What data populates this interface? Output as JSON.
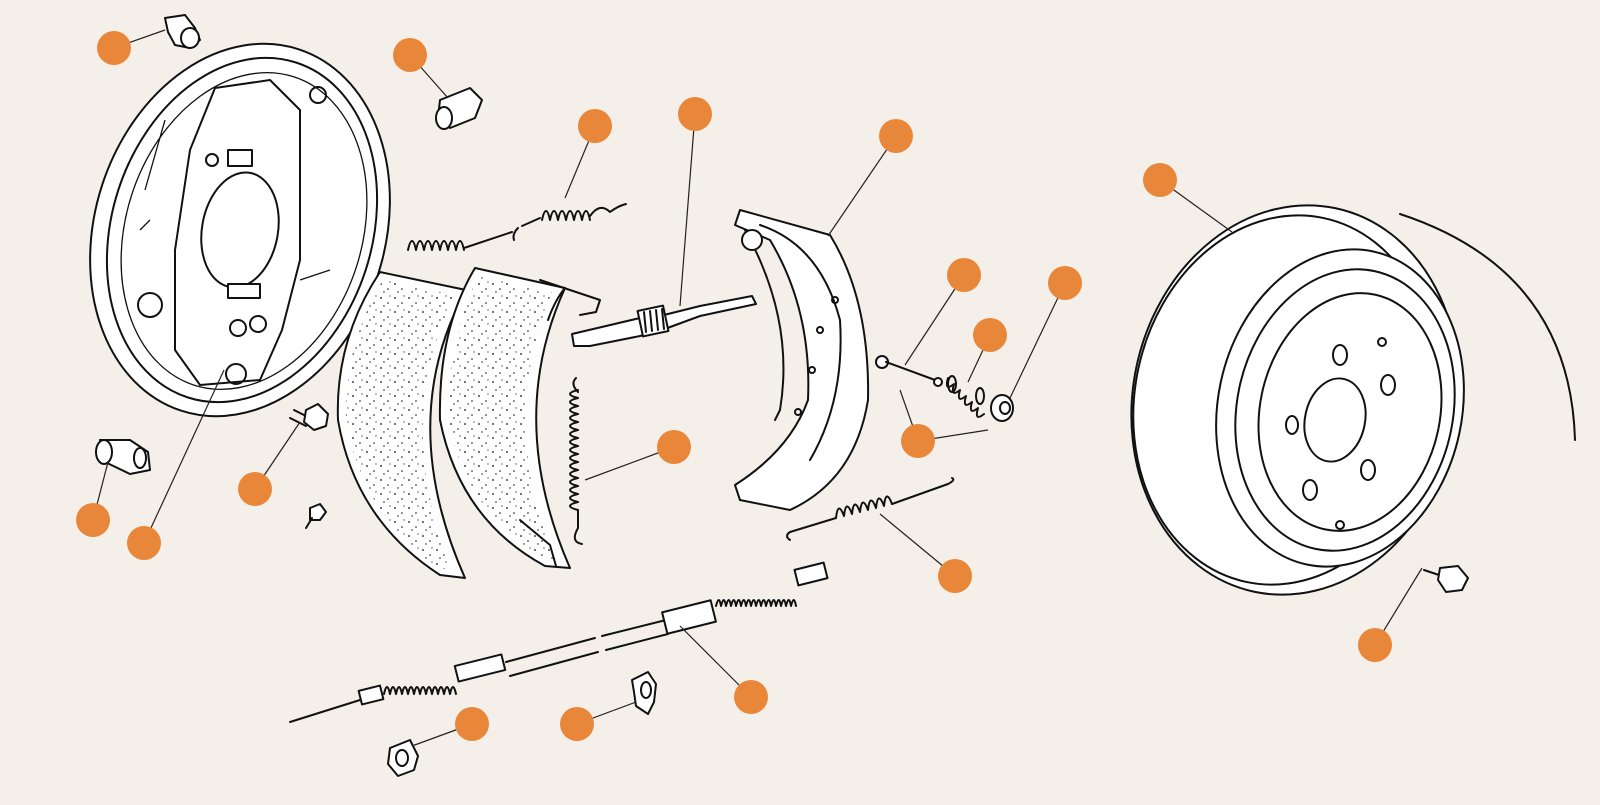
{
  "diagram": {
    "background": "#f4efe9",
    "callout_color": "#e8873a",
    "line_color": "#111111",
    "parts": [
      {
        "id": "backing-plate",
        "icon": "backing-plate"
      },
      {
        "id": "wheel-cylinder-bleed-nipple",
        "icon": "bleed-nipple"
      },
      {
        "id": "wheel-cylinder-dust-cap",
        "icon": "dust-cap"
      },
      {
        "id": "upper-return-spring",
        "icon": "spring"
      },
      {
        "id": "adjuster-strut",
        "icon": "adjuster"
      },
      {
        "id": "brake-shoe-trailing",
        "icon": "brake-shoe"
      },
      {
        "id": "brake-drum",
        "icon": "brake-drum"
      },
      {
        "id": "hold-down-pin",
        "icon": "pin"
      },
      {
        "id": "hold-down-spring",
        "icon": "spring"
      },
      {
        "id": "hold-down-cup",
        "icon": "cup"
      },
      {
        "id": "hold-down-assembly",
        "icon": "assembly"
      },
      {
        "id": "adjuster-spring",
        "icon": "spring"
      },
      {
        "id": "lower-return-spring",
        "icon": "spring"
      },
      {
        "id": "backing-plate-bolt",
        "icon": "bolt"
      },
      {
        "id": "plug",
        "icon": "plug"
      },
      {
        "id": "wheel-cylinder",
        "icon": "wheel-cylinder"
      },
      {
        "id": "handbrake-cable",
        "icon": "cable"
      },
      {
        "id": "cable-clip",
        "icon": "clip"
      },
      {
        "id": "cable-clamp",
        "icon": "clamp"
      },
      {
        "id": "drum-screw",
        "icon": "screw"
      }
    ]
  }
}
